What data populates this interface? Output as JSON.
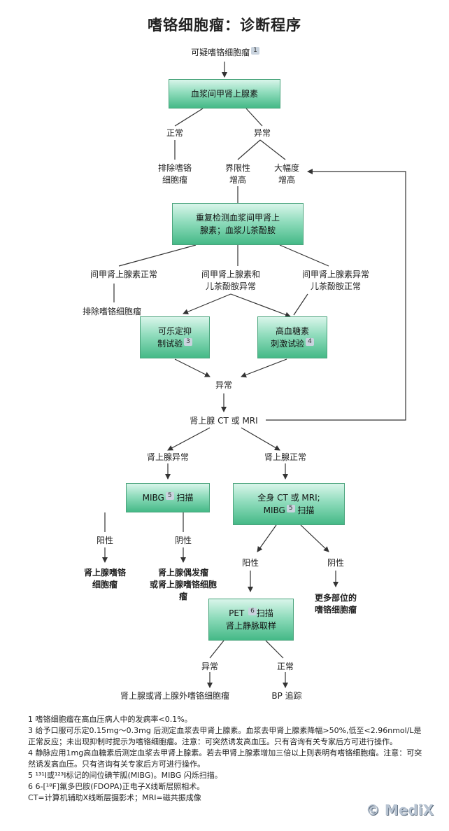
{
  "title": "嗜铬细胞瘤：诊断程序",
  "nodes": {
    "start": "可疑嗜铬细胞瘤",
    "start_ref": "1",
    "plasma_box": "血浆间甲肾上腺素",
    "normal": "正常",
    "abnormal": "异常",
    "exclude1_l1": "排除嗜铬",
    "exclude1_l2": "细胞瘤",
    "borderline_l1": "界限性",
    "borderline_l2": "增高",
    "marked_l1": "大幅度",
    "marked_l2": "增高",
    "repeat_box_l1": "重复检测血浆间甲肾上",
    "repeat_box_l2": "腺素；血浆儿茶酚胺",
    "branch_a": "间甲肾上腺素正常",
    "branch_b_l1": "间甲肾上腺素和",
    "branch_b_l2": "儿茶酚胺异常",
    "branch_c_l1": "间甲肾上腺素异常",
    "branch_c_l2": "儿茶酚胺正常",
    "exclude2": "排除嗜铬细胞瘤",
    "clonidine_l1": "可乐定抑",
    "clonidine_l2": "制试验",
    "clonidine_ref": "3",
    "glucagon_l1": "高血糖素",
    "glucagon_l2": "刺激试验",
    "glucagon_ref": "4",
    "abnormal2": "异常",
    "ct_mri": "肾上腺 CT 或 MRI",
    "adrenal_abnormal": "肾上腺异常",
    "adrenal_normal": "肾上腺正常",
    "mibg_box": "MIBG",
    "mibg_ref": "5",
    "mibg_suffix": "扫描",
    "whole_body_l1": "全身 CT 或 MRI;",
    "whole_body_l2a": "MIBG",
    "whole_body_ref": "5",
    "whole_body_l2b": "扫描",
    "positive1": "阳性",
    "negative1": "阴性",
    "positive2": "阳性",
    "negative2": "阴性",
    "result_pheo_l1": "肾上腺嗜铬",
    "result_pheo_l2": "细胞瘤",
    "result_incidental_l1": "肾上腺偶发瘤",
    "result_incidental_l2": "或肾上腺嗜铬细胞",
    "result_incidental_l3": "瘤",
    "result_more_l1": "更多部位的",
    "result_more_l2": "嗜铬细胞瘤",
    "pet_l1a": "PET",
    "pet_ref": "6",
    "pet_l1b": "扫描",
    "pet_l2": "肾上静脉取样",
    "abnormal3": "异常",
    "normal3": "正常",
    "final_left": "肾上腺或肾上腺外嗜铬细胞瘤",
    "final_right": "BP 追踪"
  },
  "notes": [
    "1 嗜铬细胞瘤在高血压病人中的发病率<0.1%。",
    "3 给予口服可乐定0.15mg～0.3mg 后测定血浆去甲肾上腺素。血浆去甲肾上腺素降幅>50%,低至<2.96nmol/L是正常反应；未出现抑制时提示为嗜铬细胞瘤。注意：可突然诱发高血压。只有咨询有关专家后方可进行操作。",
    "4 静脉应用1mg高血糖素后测定血浆去甲肾上腺素。若去甲肾上腺素增加三倍以上则表明有嗜铬细胞瘤。注意：可突然诱发高血压。只有咨询有关专家后方可进行操作。",
    "5 ¹³¹I或¹²³I标记的间位碘苄胍(MIBG)。MIBG 闪烁扫描。",
    "6 6-[¹⁸F]氟多巴胺(FDOPA)正电子X线断层照相术。",
    "CT=计算机辅助X线断层摄影术；MRI=磁共振成像"
  ],
  "watermark": "© MediX"
}
